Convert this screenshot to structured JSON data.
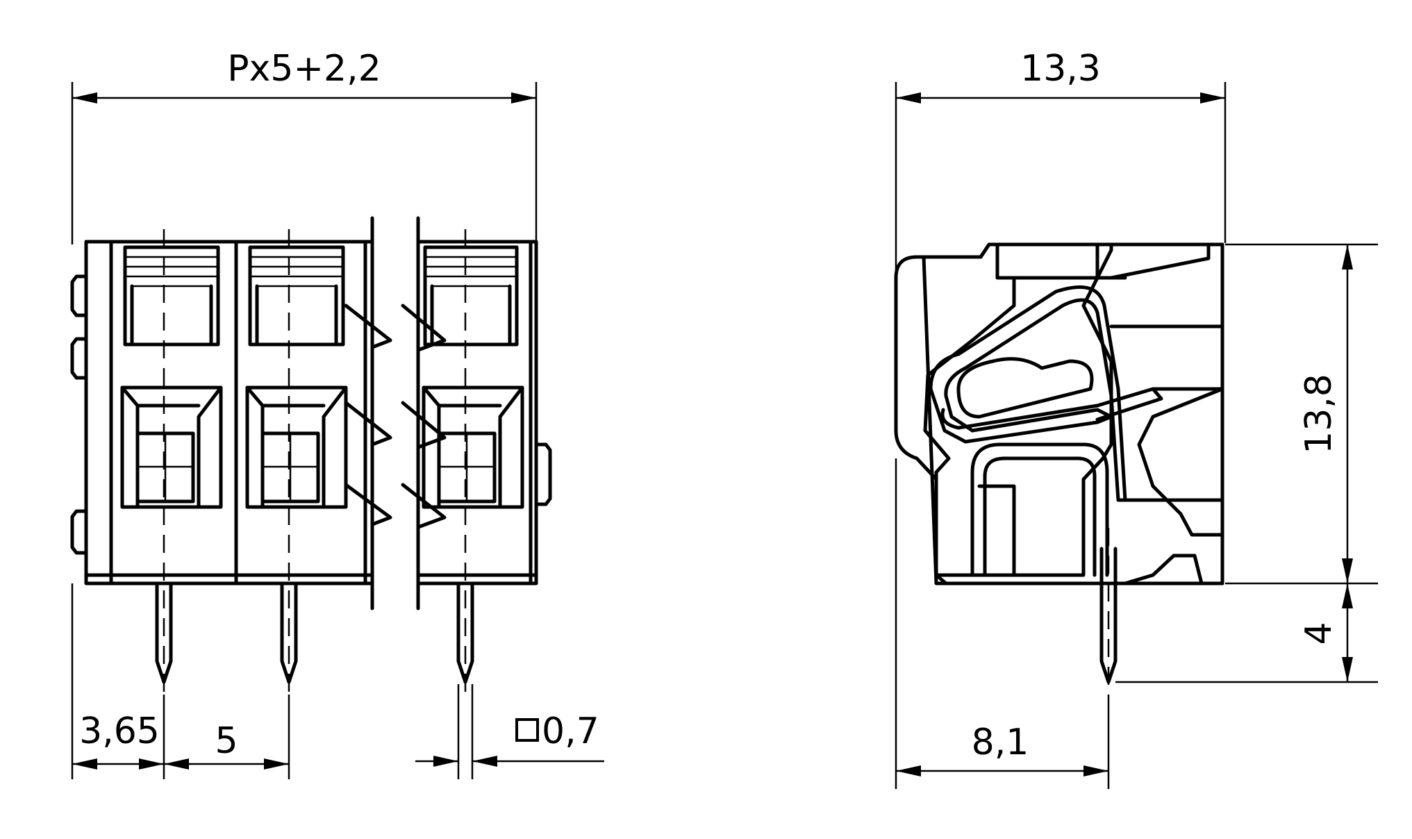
{
  "dimensions": {
    "overall_width": "Px5+2,2",
    "depth": "13,3",
    "height": "13,8",
    "pin_length": "4",
    "edge_to_pin": "3,65",
    "pitch": "5",
    "pin_section": "0,7",
    "pin_offset": "8,1"
  }
}
